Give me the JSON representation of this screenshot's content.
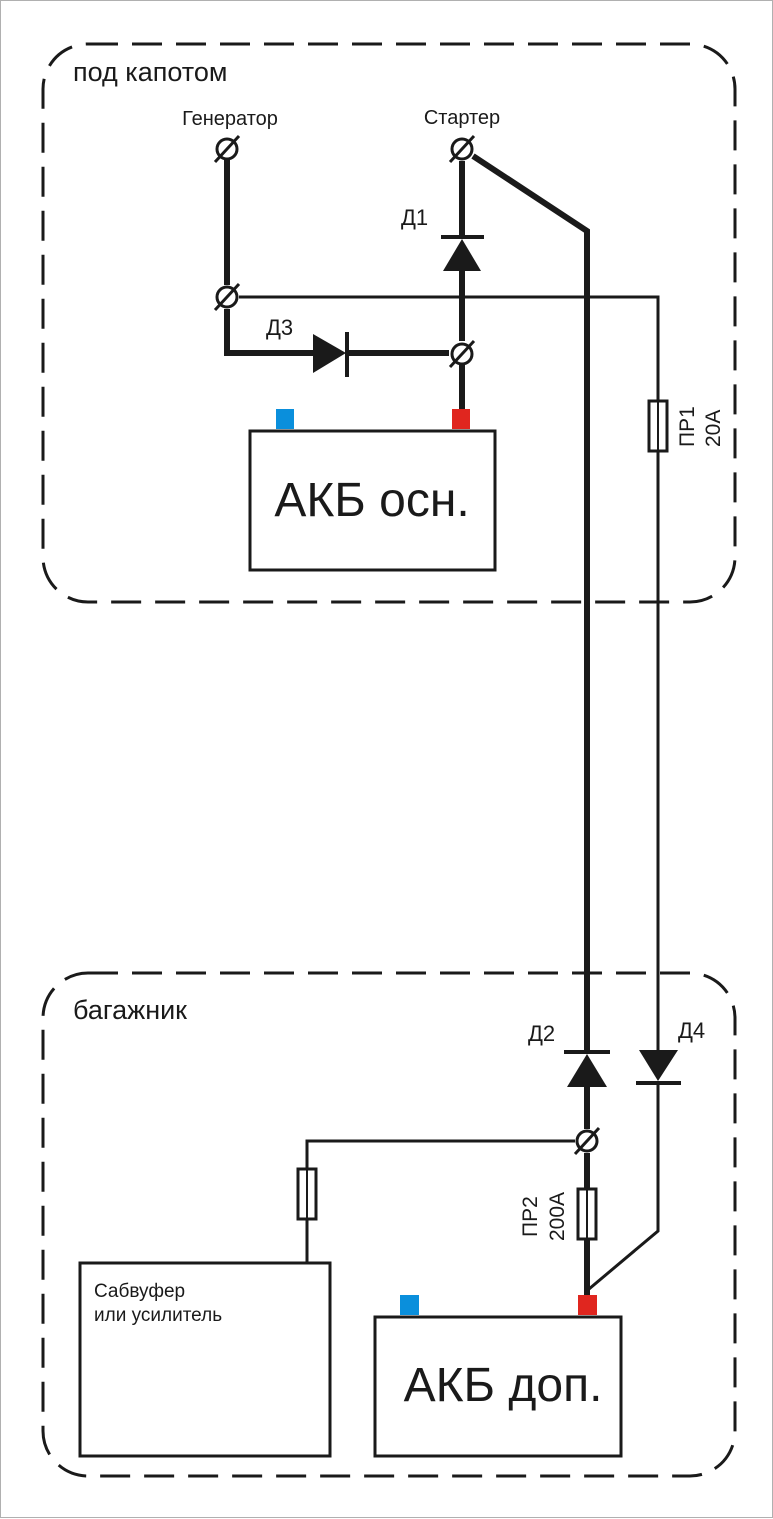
{
  "zones": {
    "engine": {
      "label": "под капотом"
    },
    "trunk": {
      "label": "багажник"
    }
  },
  "nodes": {
    "generator": {
      "label": "Генератор"
    },
    "starter": {
      "label": "Стартер"
    }
  },
  "diodes": {
    "d1": {
      "label": "Д1"
    },
    "d2": {
      "label": "Д2"
    },
    "d3": {
      "label": "Д3"
    },
    "d4": {
      "label": "Д4"
    }
  },
  "fuses": {
    "pr1": {
      "name": "ПР1",
      "rating": "20А"
    },
    "pr2": {
      "name": "ПР2",
      "rating": "200А"
    }
  },
  "batteries": {
    "main": {
      "label": "АКБ осн."
    },
    "aux": {
      "label": "АКБ доп."
    }
  },
  "load": {
    "line1": "Сабвуфер",
    "line2": "или усилитель"
  },
  "colors": {
    "positive_terminal": "#e0261f",
    "negative_terminal": "#0a8fdc",
    "wire": "#1a1a1a"
  }
}
